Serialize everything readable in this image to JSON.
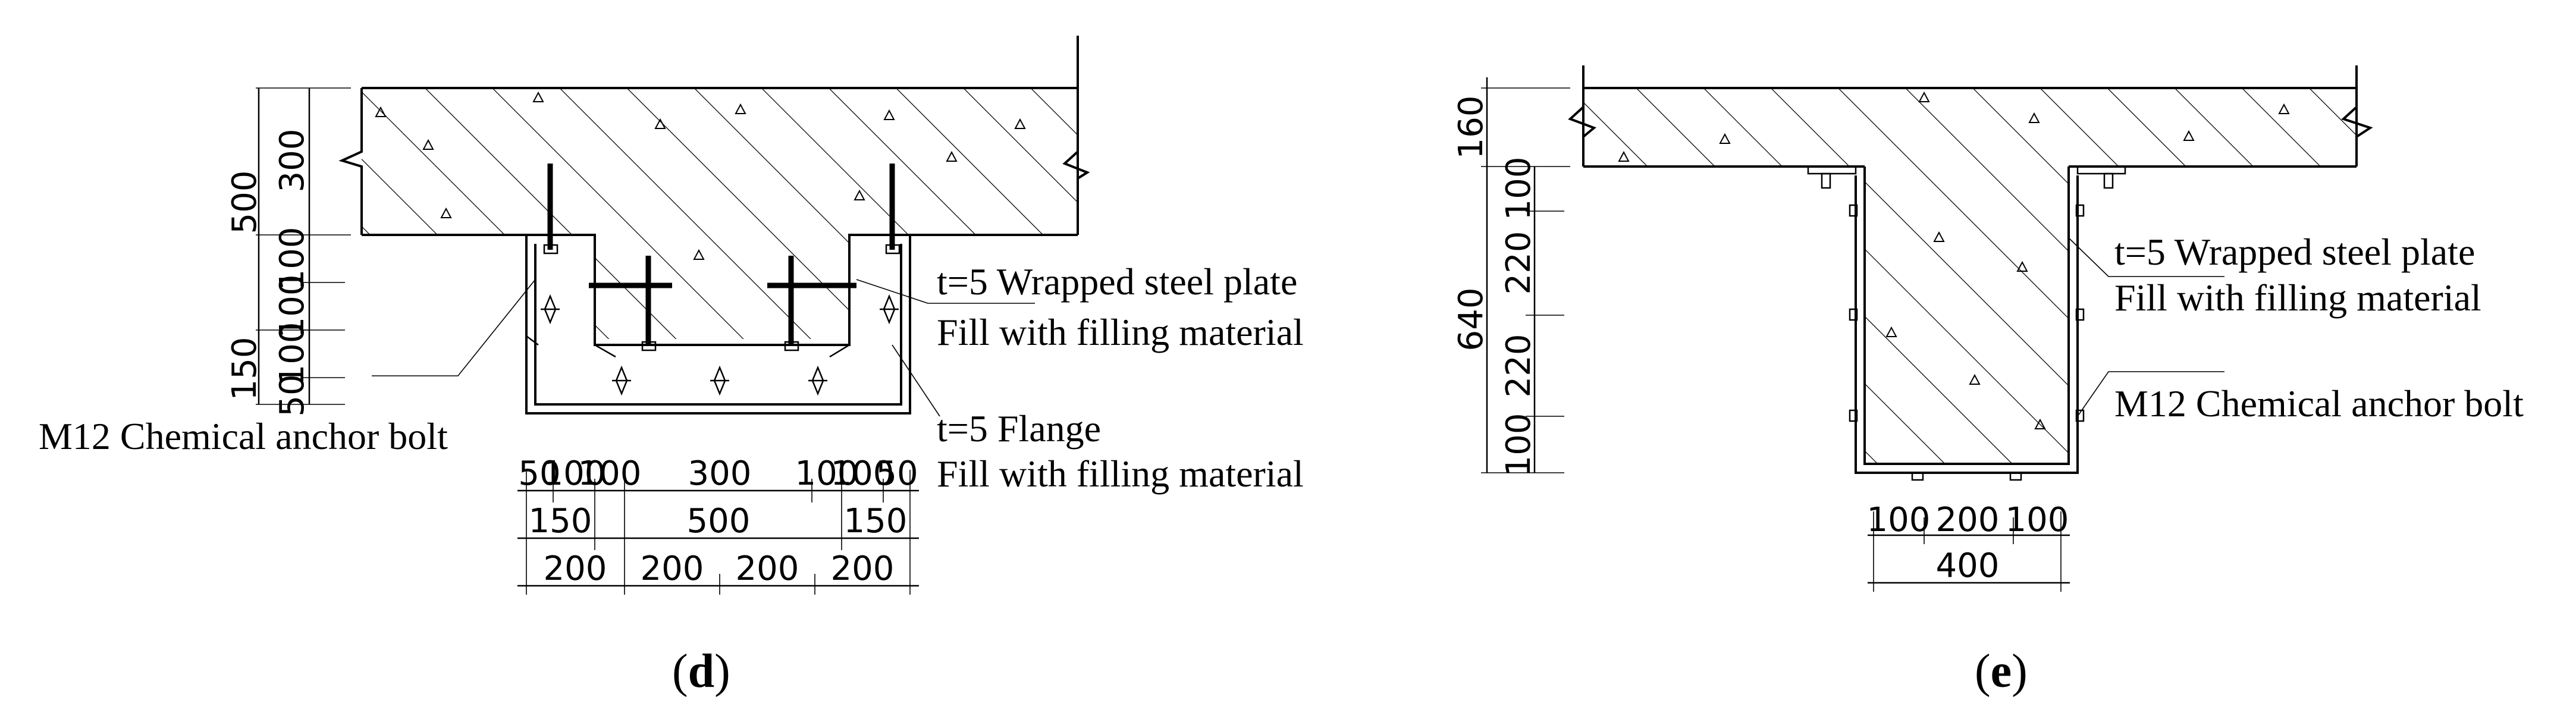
{
  "panel_d": {
    "caption_letter": "d",
    "notes": {
      "wrapped_plate": "t=5 Wrapped steel plate",
      "wrapped_fill": "Fill with filling material",
      "flange": "t=5 Flange",
      "flange_fill": "Fill with filling material",
      "anchor": "M12 Chemical anchor bolt"
    },
    "dims_left": {
      "total": "500",
      "slab": "300",
      "seg1": "100",
      "seg2": "100",
      "seg3": "100",
      "flange_total": "150",
      "flange_bottom": "50"
    },
    "dims_bottom": {
      "row1": [
        "50",
        "100",
        "100",
        "300",
        "100",
        "100",
        "50"
      ],
      "row2": [
        "150",
        "500",
        "150"
      ],
      "row3": [
        "200",
        "200",
        "200",
        "200"
      ]
    }
  },
  "panel_e": {
    "caption_letter": "e",
    "notes": {
      "wrapped_plate": "t=5 Wrapped steel plate",
      "wrapped_fill": "Fill with filling material",
      "anchor": "M12 Chemical anchor bolt"
    },
    "dims_left": {
      "slab": "160",
      "total": "640",
      "seg1": "100",
      "seg2": "220",
      "seg3": "220",
      "seg4": "100"
    },
    "dims_bottom": {
      "row1": [
        "100",
        "200",
        "100"
      ],
      "row2": [
        "400"
      ]
    }
  }
}
